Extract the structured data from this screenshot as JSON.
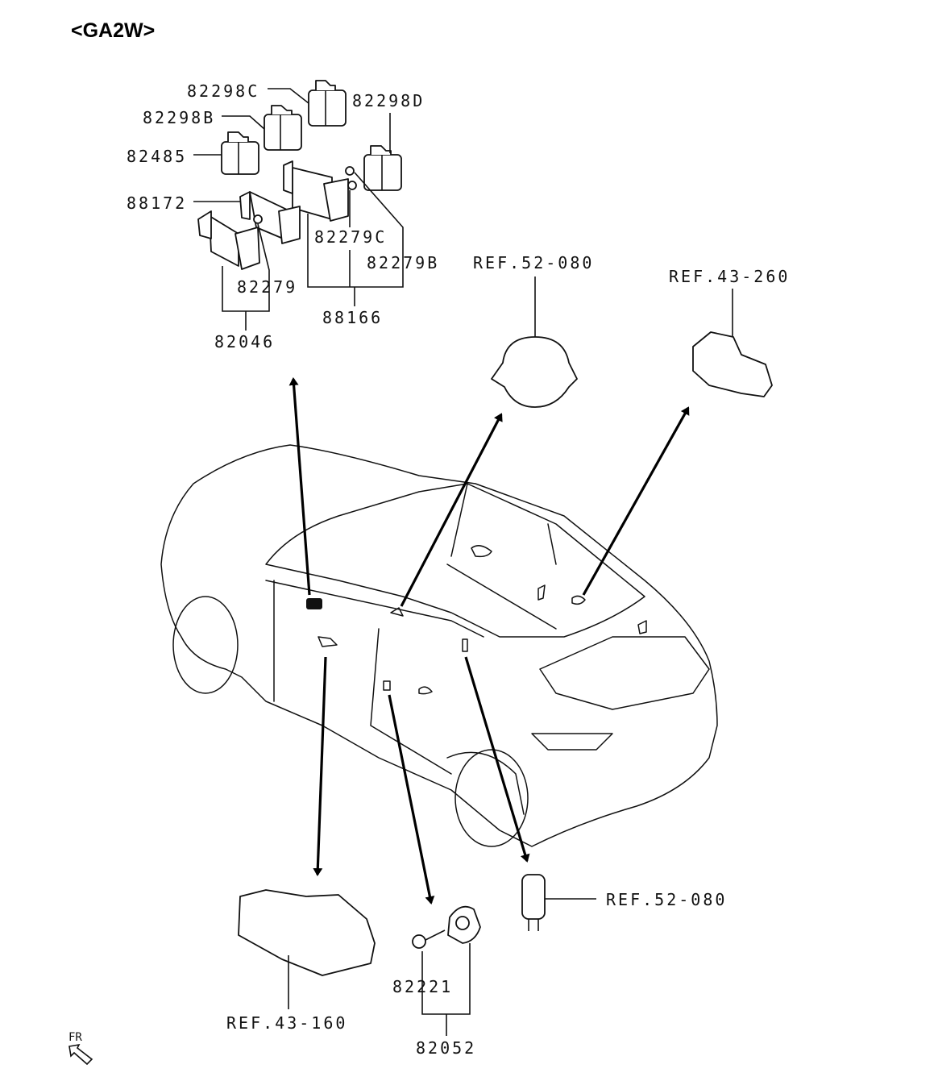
{
  "title": "<GA2W>",
  "labels": {
    "p82298C": "82298C",
    "p82298D": "82298D",
    "p82298B": "82298B",
    "p82485": "82485",
    "p88172": "88172",
    "p82279C": "82279C",
    "p82279B": "82279B",
    "p82279": "82279",
    "p88166": "88166",
    "p82046": "82046",
    "ref52_080_top": "REF.52-080",
    "ref43_260": "REF.43-260",
    "ref52_080_bottom": "REF.52-080",
    "ref43_160": "REF.43-160",
    "p82221": "82221",
    "p82052": "82052"
  },
  "orientation": "FR"
}
